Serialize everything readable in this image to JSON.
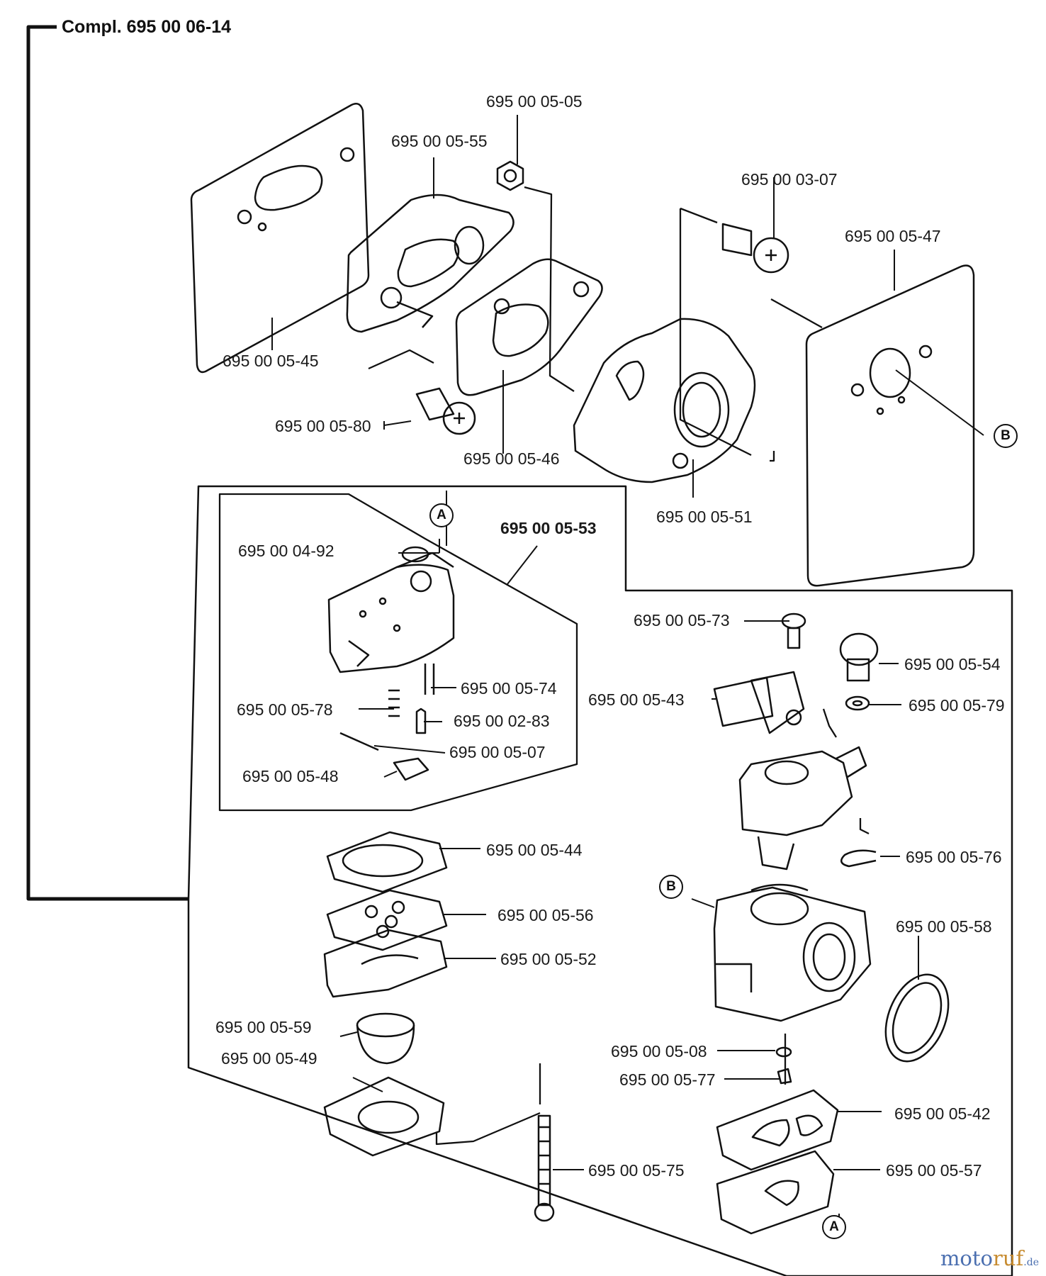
{
  "diagram": {
    "title": "Compl. 695 00 06-14",
    "parts": [
      {
        "id": "p0505",
        "label": "695 00 05-05"
      },
      {
        "id": "p0555",
        "label": "695 00 05-55"
      },
      {
        "id": "p0307",
        "label": "695 00 03-07"
      },
      {
        "id": "p0547",
        "label": "695 00 05-47"
      },
      {
        "id": "p0545",
        "label": "695 00 05-45"
      },
      {
        "id": "p0580",
        "label": "695 00 05-80"
      },
      {
        "id": "p0546",
        "label": "695 00 05-46"
      },
      {
        "id": "p0551",
        "label": "695 00 05-51"
      },
      {
        "id": "p0553",
        "label": "695 00 05-53"
      },
      {
        "id": "p0492",
        "label": "695 00 04-92"
      },
      {
        "id": "p0574",
        "label": "695 00 05-74"
      },
      {
        "id": "p0578",
        "label": "695 00 05-78"
      },
      {
        "id": "p0283",
        "label": "695 00 02-83"
      },
      {
        "id": "p0507",
        "label": "695 00 05-07"
      },
      {
        "id": "p0548",
        "label": "695 00 05-48"
      },
      {
        "id": "p0573",
        "label": "695 00 05-73"
      },
      {
        "id": "p0554",
        "label": "695 00 05-54"
      },
      {
        "id": "p0543",
        "label": "695 00 05-43"
      },
      {
        "id": "p0579",
        "label": "695 00 05-79"
      },
      {
        "id": "p0576",
        "label": "695 00 05-76"
      },
      {
        "id": "p0544",
        "label": "695 00 05-44"
      },
      {
        "id": "p0556",
        "label": "695 00 05-56"
      },
      {
        "id": "p0552",
        "label": "695 00 05-52"
      },
      {
        "id": "p0558",
        "label": "695 00 05-58"
      },
      {
        "id": "p0559",
        "label": "695 00 05-59"
      },
      {
        "id": "p0549",
        "label": "695 00 05-49"
      },
      {
        "id": "p0508",
        "label": "695 00 05-08"
      },
      {
        "id": "p0577",
        "label": "695 00 05-77"
      },
      {
        "id": "p0542",
        "label": "695 00 05-42"
      },
      {
        "id": "p0575",
        "label": "695 00 05-75"
      },
      {
        "id": "p0557",
        "label": "695 00 05-57"
      }
    ],
    "callouts": {
      "a": "A",
      "b": "B"
    }
  },
  "watermark": {
    "part1": "moto",
    "part2": "ruf",
    "part3": ".de"
  }
}
